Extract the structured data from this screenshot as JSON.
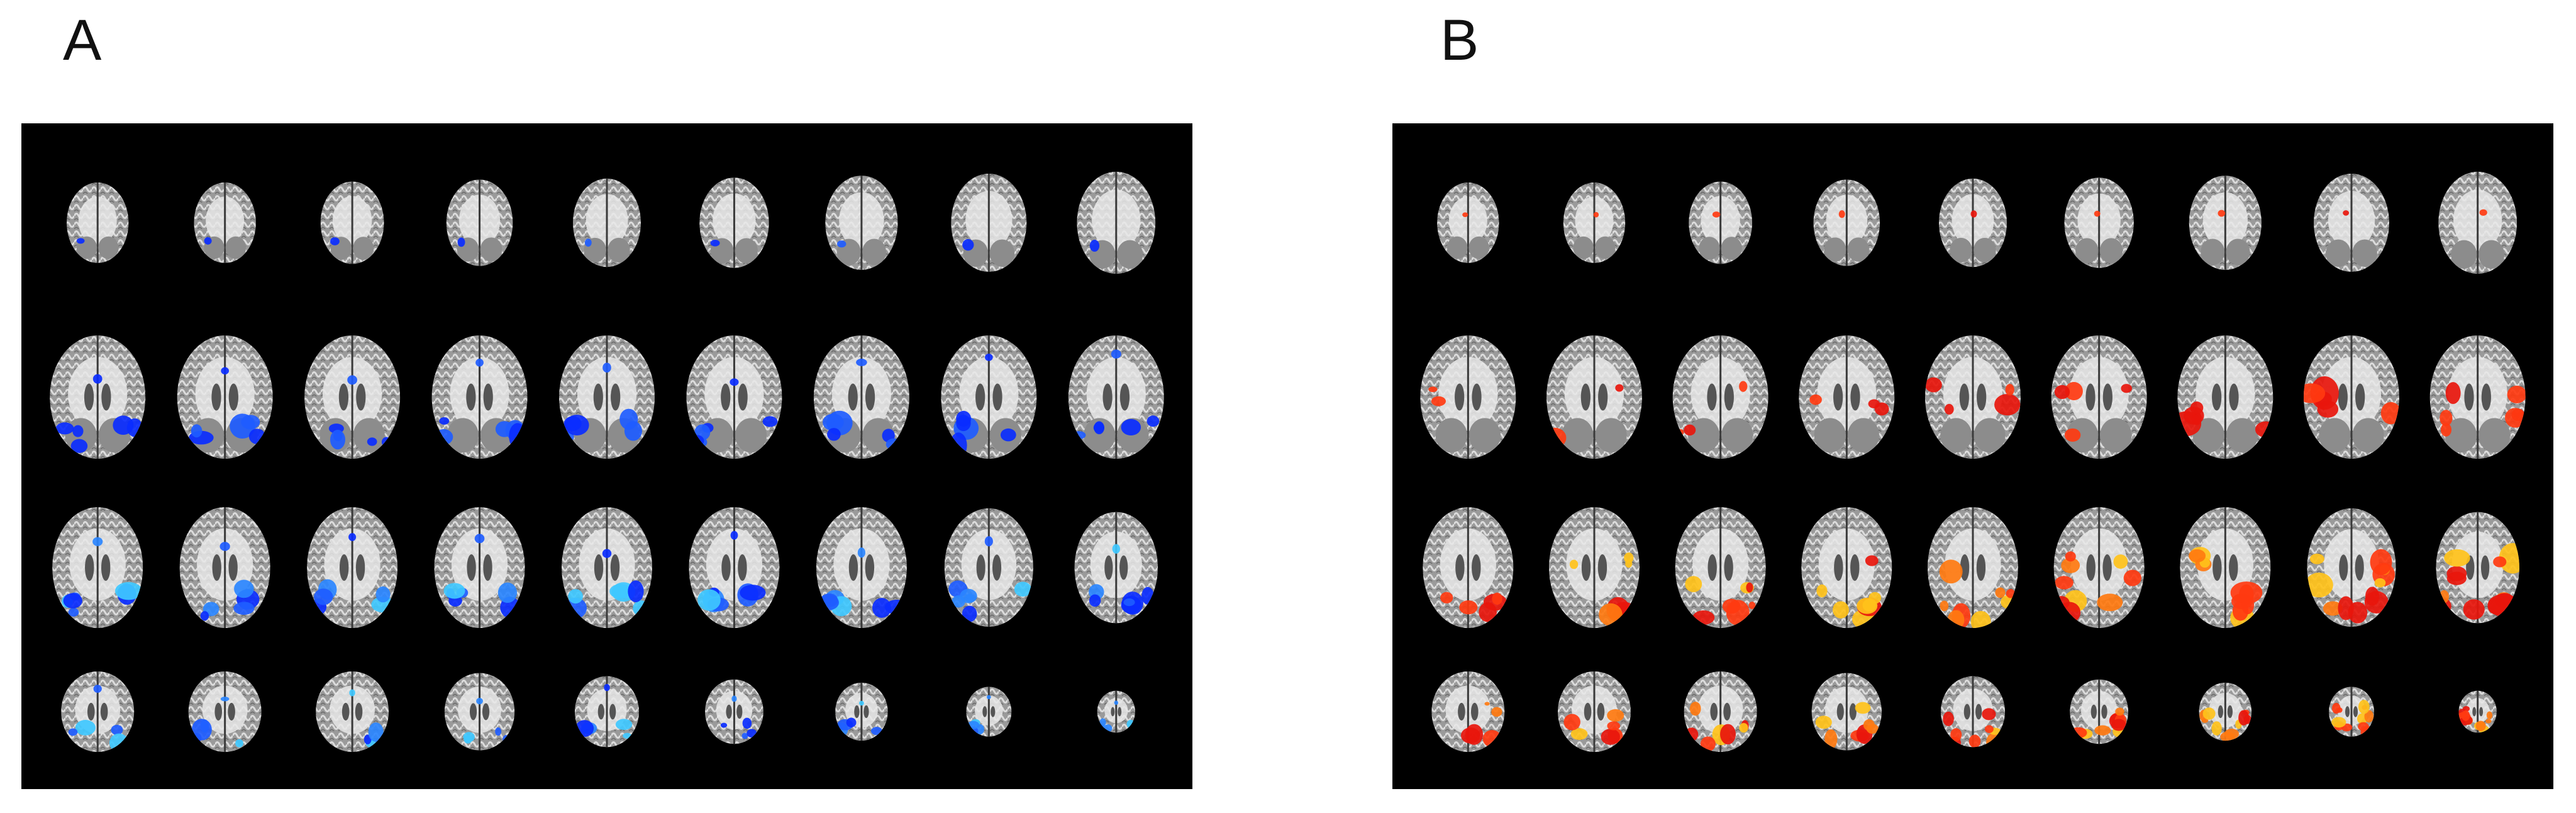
{
  "figure": {
    "panels": [
      {
        "label": "A",
        "overlay_palette": [
          "#0a2cff",
          "#1e5cff",
          "#2a86ff",
          "#3fc8ff"
        ],
        "overlay_style": "blue-cyan (negative)",
        "rows": 4,
        "columns": 9
      },
      {
        "label": "B",
        "overlay_palette": [
          "#e8160c",
          "#ff3a10",
          "#ff7a10",
          "#ffc21a"
        ],
        "overlay_style": "red-yellow (positive)",
        "rows": 4,
        "columns": 9
      }
    ]
  }
}
